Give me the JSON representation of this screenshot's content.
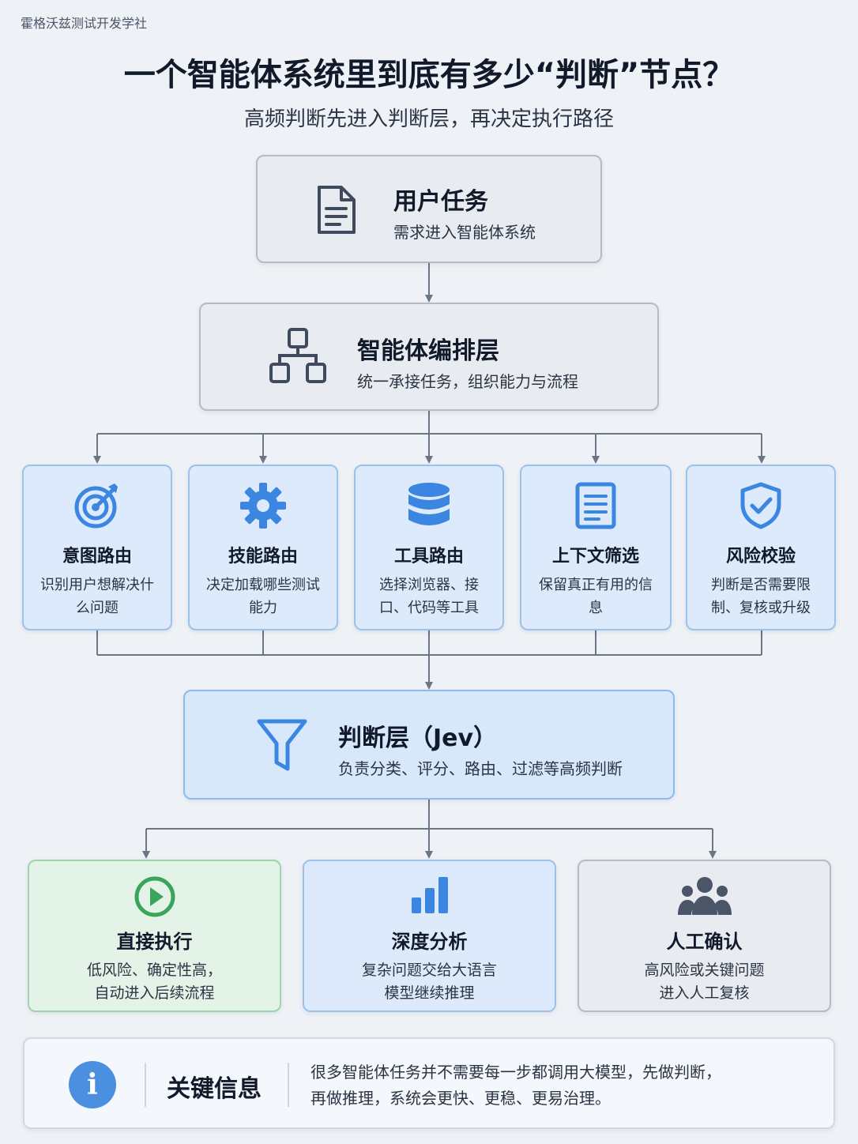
{
  "watermark": "霍格沃兹测试开发学社",
  "title": "一个智能体系统里到底有多少“判断”节点？",
  "subtitle": "高频判断先进入判断层，再决定执行路径",
  "user_task": {
    "icon": "document-icon",
    "title": "用户任务",
    "desc": "需求进入智能体系统"
  },
  "orchestration": {
    "icon": "hierarchy-icon",
    "title": "智能体编排层",
    "desc": "统一承接任务，组织能力与流程"
  },
  "modules": [
    {
      "icon": "target-icon",
      "title": "意图路由",
      "desc": "识别用户想解决什么问题"
    },
    {
      "icon": "gear-icon",
      "title": "技能路由",
      "desc": "决定加载哪些测试能力"
    },
    {
      "icon": "database-icon",
      "title": "工具路由",
      "desc": "选择浏览器、接口、代码等工具"
    },
    {
      "icon": "list-document-icon",
      "title": "上下文筛选",
      "desc": "保留真正有用的信息"
    },
    {
      "icon": "shield-check-icon",
      "title": "风险校验",
      "desc": "判断是否需要限制、复核或升级"
    }
  ],
  "judgment_layer": {
    "icon": "filter-icon",
    "title": "判断层（Jev）",
    "desc": "负责分类、评分、路由、过滤等高频判断"
  },
  "outcomes": [
    {
      "icon": "play-icon",
      "title": "直接执行",
      "line1": "低风险、确定性高，",
      "line2": "自动进入后续流程",
      "color": "#3aa55a"
    },
    {
      "icon": "bar-chart-icon",
      "title": "深度分析",
      "line1": "复杂问题交给大语言",
      "line2": "模型继续推理",
      "color": "#3b86e0"
    },
    {
      "icon": "people-icon",
      "title": "人工确认",
      "line1": "高风险或关键问题",
      "line2": "进入人工复核",
      "color": "#4a5568"
    }
  ],
  "key_info": {
    "icon": "info-icon",
    "label": "关键信息",
    "line1": "很多智能体任务并不需要每一步都调用大模型，先做判断，",
    "line2": "再做推理，系统会更快、更稳、更易治理。"
  },
  "colors": {
    "accent_blue": "#3b86e0",
    "accent_green": "#3aa55a",
    "line_gray": "#6b7686"
  }
}
